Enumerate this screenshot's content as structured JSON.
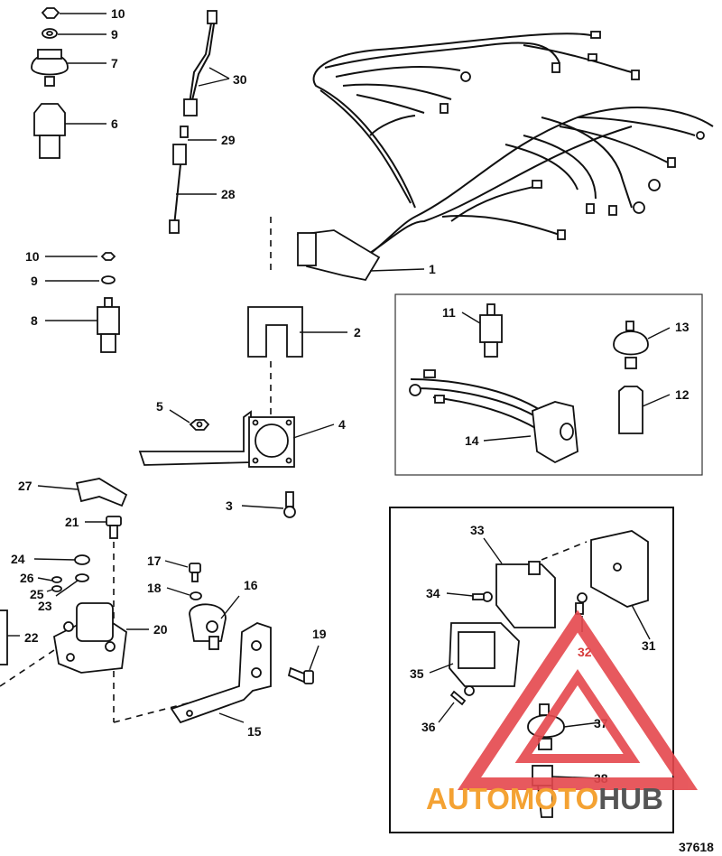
{
  "diagram_id": "37618",
  "watermark": {
    "part1": "AUTO",
    "part2": "MOTO",
    "part3": "HUB",
    "color_orange": "#f4a233",
    "color_red": "#e5484d",
    "color_gray": "#555555"
  },
  "callouts": {
    "c1": "1",
    "c2": "2",
    "c3": "3",
    "c4": "4",
    "c5": "5",
    "c6": "6",
    "c7": "7",
    "c8": "8",
    "c9a": "9",
    "c9b": "9",
    "c10a": "10",
    "c10b": "10",
    "c11": "11",
    "c12": "12",
    "c13": "13",
    "c14": "14",
    "c15": "15",
    "c16": "16",
    "c17": "17",
    "c18": "18",
    "c19": "19",
    "c20": "20",
    "c21": "21",
    "c22": "22",
    "c23": "23",
    "c24": "24",
    "c25": "25",
    "c26": "26",
    "c27": "27",
    "c28": "28",
    "c29": "29",
    "c30": "30",
    "c31": "31",
    "c32": "32",
    "c33": "33",
    "c34": "34",
    "c35": "35",
    "c36": "36",
    "c37": "37",
    "c38": "38"
  }
}
